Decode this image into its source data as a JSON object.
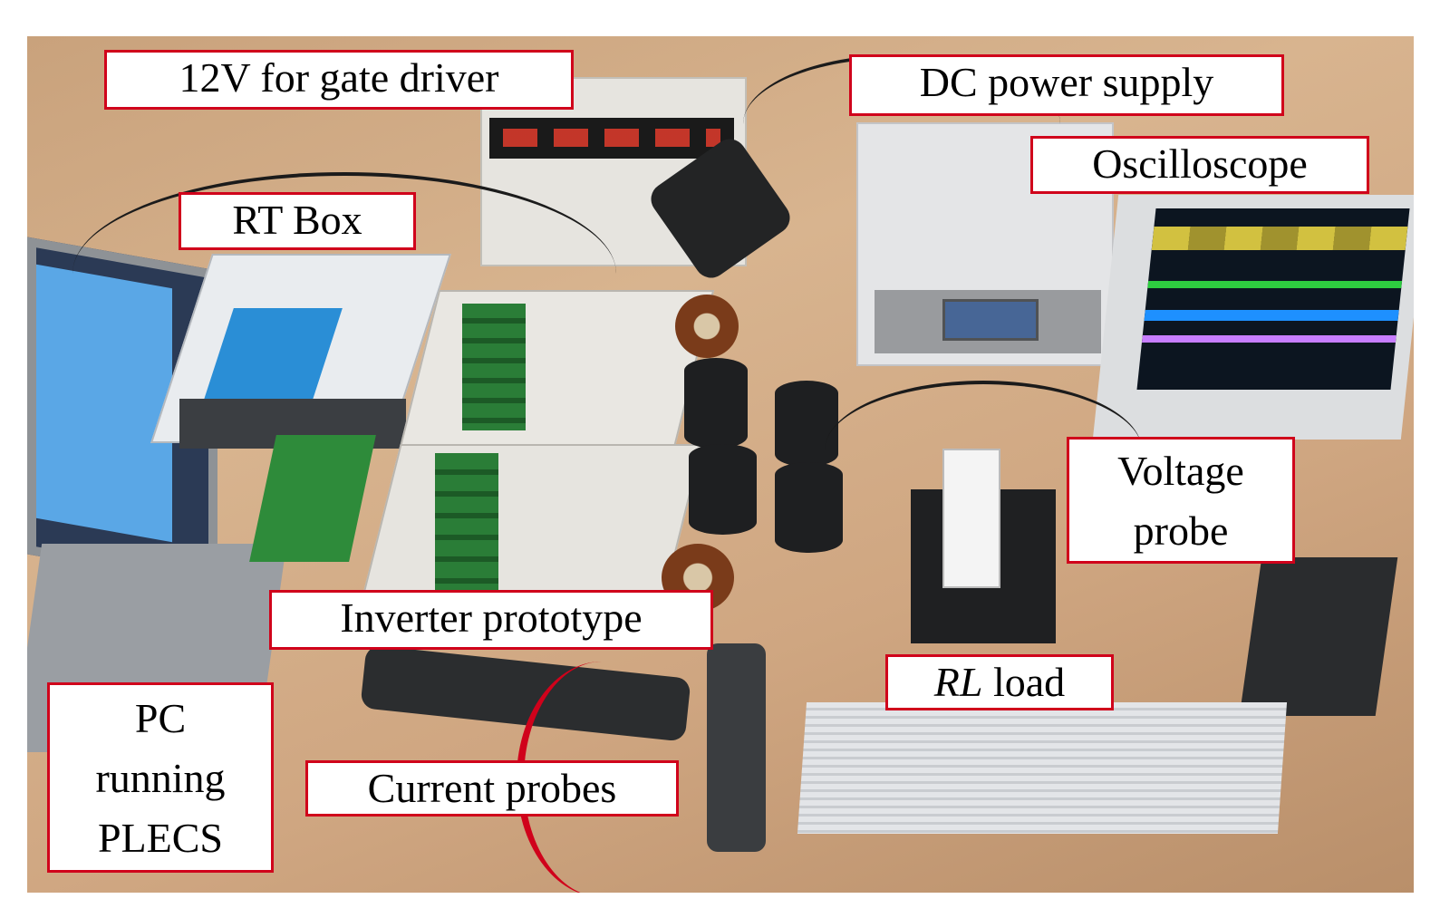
{
  "labels": {
    "gate_driver": "12V for gate driver",
    "dc_supply": "DC power supply",
    "oscilloscope": "Oscilloscope",
    "rt_box": "RT Box",
    "voltage_probe_line1": "Voltage",
    "voltage_probe_line2": "probe",
    "inverter": "Inverter prototype",
    "rl_load_italic": "RL",
    "rl_load_rest": " load",
    "current_probes": "Current probes",
    "pc_line1": "PC",
    "pc_line2": "running",
    "pc_line3": "PLECS"
  },
  "colors": {
    "label_border": "#d0021b",
    "table": "#d3ab85",
    "oscilloscope_trace_yellow": "#e8d443",
    "oscilloscope_trace_green": "#2ecc40",
    "oscilloscope_trace_blue": "#1e90ff",
    "oscilloscope_trace_purple": "#c77dff"
  }
}
